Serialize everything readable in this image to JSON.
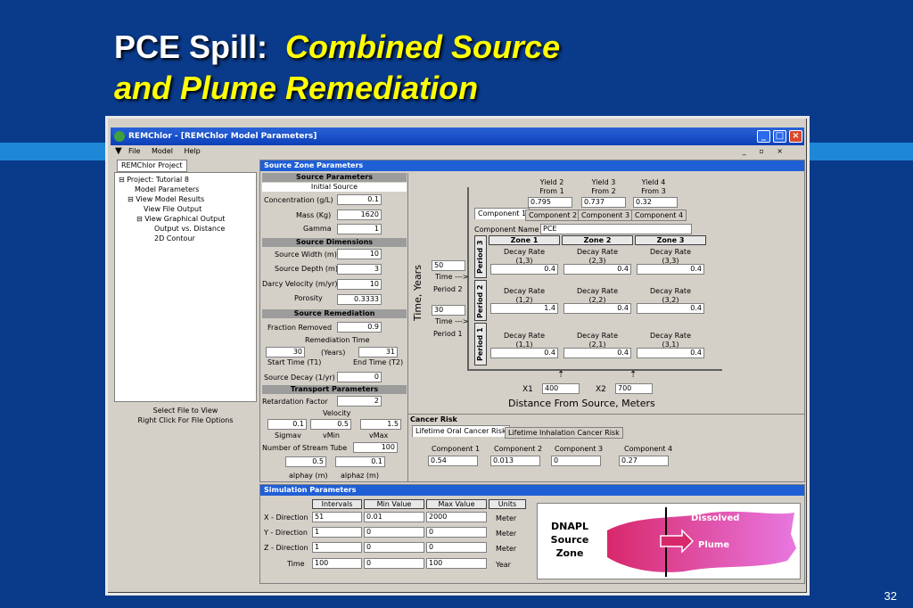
{
  "slide": {
    "title_line1_normal": "PCE Spill:",
    "title_line1_italic": "Combined Source",
    "title_line2": "and Plume Remediation",
    "page_number": "32"
  },
  "window": {
    "title": "REMChlor - [REMChlor Model Parameters]"
  },
  "menu": {
    "file": "File",
    "model": "Model",
    "help": "Help"
  },
  "project": {
    "tab": "REMChlor Project",
    "tree": [
      "Project: Tutorial 8",
      "Model Parameters",
      "View Model Results",
      "View File Output",
      "View Graphical Output",
      "Output vs. Distance",
      "2D Contour"
    ],
    "hint1": "Select File to View",
    "hint2": "Right Click For File Options"
  },
  "source_zone": {
    "header": "Source Zone Parameters",
    "params_head": "Source Parameters",
    "initial_source": "Initial Source",
    "concentration_label": "Concentration (g/L)",
    "concentration": "0.1",
    "mass_label": "Mass (Kg)",
    "mass": "1620",
    "gamma_label": "Gamma",
    "gamma": "1",
    "dims_head": "Source Dimensions",
    "width_label": "Source Width (m)",
    "width": "10",
    "depth_label": "Source Depth (m)",
    "depth": "3",
    "darcy_label": "Darcy Velocity (m/yr)",
    "darcy": "10",
    "porosity_label": "Porosity",
    "porosity": "0.3333",
    "remed_head": "Source Remediation",
    "fraction_label": "Fraction Removed",
    "fraction": "0.9",
    "remed_time_label": "Remediation Time",
    "t1": "30",
    "years": "(Years)",
    "t2": "31",
    "start_label": "Start Time (T1)",
    "end_label": "End Time (T2)",
    "decay_label": "Source Decay (1/yr)",
    "decay": "0",
    "transport_head": "Transport Parameters",
    "retard_label": "Retardation Factor",
    "retard": "2",
    "velocity_label": "Velocity",
    "sigmav": "0.1",
    "vmin": "0.5",
    "vmax": "1.5",
    "sigmav_label": "Sigmav",
    "vmin_label": "vMin",
    "vmax_label": "vMax",
    "streamtube_label": "Number  of  Stream Tube",
    "streamtube": "100",
    "alphay": "0.5",
    "alphaz": "0.1",
    "alphay_label": "alphay (m)",
    "alphaz_label": "alphaz (m)"
  },
  "plume": {
    "yield2_label": "Yield 2",
    "yield2_from": "From 1",
    "yield3_label": "Yield 3",
    "yield3_from": "From 2",
    "yield4_label": "Yield 4",
    "yield4_from": "From 3",
    "yield2": "0.795",
    "yield3": "0.737",
    "yield4": "0.32",
    "tabs": [
      "Component 1",
      "Component 2",
      "Component 3",
      "Component 4"
    ],
    "component_name_label": "Component Name",
    "component_name": "PCE",
    "zones": [
      "Zone 1",
      "Zone 2",
      "Zone 3"
    ],
    "periods": [
      "Period 3",
      "Period 2",
      "Period 1"
    ],
    "decay_label": "Decay Rate",
    "rows": [
      {
        "codes": [
          "(1,3)",
          "(2,3)",
          "(3,3)"
        ],
        "values": [
          "0.4",
          "0.4",
          "0.4"
        ]
      },
      {
        "codes": [
          "(1,2)",
          "(2,2)",
          "(3,2)"
        ],
        "values": [
          "1.4",
          "0.4",
          "0.4"
        ]
      },
      {
        "codes": [
          "(1,1)",
          "(2,1)",
          "(3,1)"
        ],
        "values": [
          "0.4",
          "0.4",
          "0.4"
        ]
      }
    ],
    "time_axis_label": "Time, Years",
    "time_a": "50",
    "time_b": "30",
    "time_arrow": "Time --->",
    "period2_label": "Period 2",
    "period1_label": "Period 1",
    "x1_label": "X1",
    "x1": "400",
    "x2_label": "X2",
    "x2": "700",
    "distance_label": "Distance From Source, Meters"
  },
  "cancer": {
    "header": "Cancer Risk",
    "tab_oral": "Lifetime Oral Cancer Risk",
    "tab_inhal": "Lifetime Inhalation Cancer Risk",
    "labels": [
      "Component 1",
      "Component 2",
      "Component 3",
      "Component 4"
    ],
    "values": [
      "0.54",
      "0.013",
      "0",
      "0.27"
    ]
  },
  "simulation": {
    "header": "Simulation Parameters",
    "cols": [
      "Intervals",
      "Min Value",
      "Max Value",
      "Units"
    ],
    "rows": [
      {
        "label": "X - Direction",
        "intervals": "51",
        "min": "0.01",
        "max": "2000",
        "units": "Meter"
      },
      {
        "label": "Y - Direction",
        "intervals": "1",
        "min": "0",
        "max": "0",
        "units": "Meter"
      },
      {
        "label": "Z - Direction",
        "intervals": "1",
        "min": "0",
        "max": "0",
        "units": "Meter"
      },
      {
        "label": "Time",
        "intervals": "100",
        "min": "0",
        "max": "100",
        "units": "Year"
      }
    ]
  },
  "diagram": {
    "dnapl": "DNAPL",
    "source": "Source",
    "zone": "Zone",
    "dissolved": "Dissolved",
    "plume": "Plume"
  }
}
